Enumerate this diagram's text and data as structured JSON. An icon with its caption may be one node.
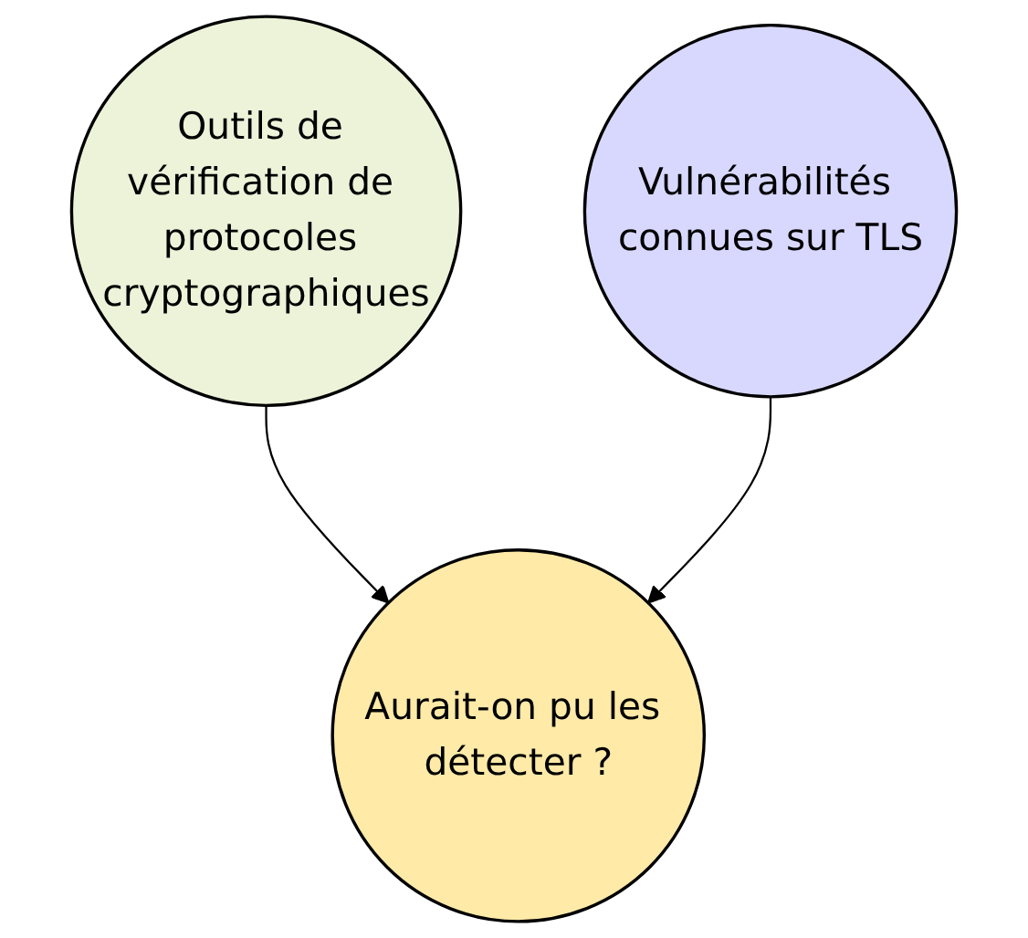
{
  "diagram": {
    "nodes": [
      {
        "text": [
          "Outils de vérification de protocoles cryptographiques"
        ]
      },
      {
        "text": [
          "Vulnérabilités connues sur TLS"
        ]
      },
      {
        "text": [
          "Aurait-on pu les détecter ?"
        ]
      }
    ],
    "edges": [
      {
        "from": 0,
        "to": 2,
        "arrow": "to"
      },
      {
        "from": 1,
        "to": 2,
        "arrow": "to"
      }
    ]
  }
}
